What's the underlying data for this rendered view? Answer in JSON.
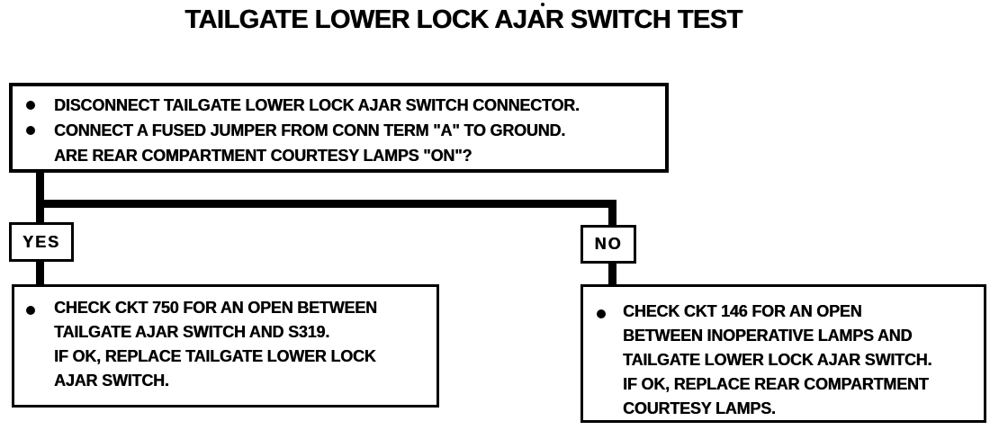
{
  "title": "TAILGATE LOWER LOCK AJAR SWITCH TEST",
  "colors": {
    "ink": "#000000",
    "paper": "#ffffff"
  },
  "icons": {
    "bullet": "filled-circle"
  },
  "question_box": {
    "bullet1": "DISCONNECT TAILGATE LOWER LOCK AJAR SWITCH CONNECTOR.",
    "bullet2": "CONNECT A FUSED JUMPER FROM CONN TERM \"A\" TO GROUND.",
    "question": "ARE REAR COMPARTMENT COURTESY LAMPS \"ON\"?"
  },
  "yes_branch": {
    "label": "YES",
    "lines": [
      "CHECK CKT 750 FOR AN OPEN BETWEEN",
      "TAILGATE AJAR SWITCH AND S319.",
      "IF OK, REPLACE TAILGATE LOWER LOCK",
      "AJAR SWITCH."
    ]
  },
  "no_branch": {
    "label": "NO",
    "lines": [
      "CHECK CKT 146 FOR AN OPEN",
      "BETWEEN INOPERATIVE LAMPS AND",
      "TAILGATE LOWER LOCK AJAR SWITCH.",
      "IF OK, REPLACE REAR COMPARTMENT",
      "COURTESY LAMPS."
    ]
  }
}
